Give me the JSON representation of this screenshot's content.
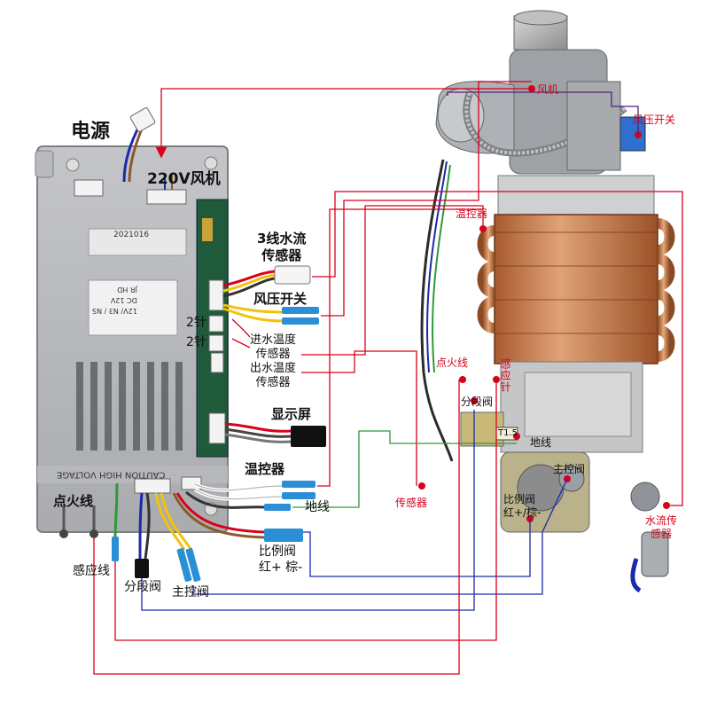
{
  "title_power": "电源",
  "label_fan_220v": "220V风机",
  "controller": {
    "code": "2021016",
    "nameplate": [
      "12V/ N3 / NS",
      "DC 12V",
      "JR HD"
    ],
    "caution": "CAUTION HIGH VOLTAGE"
  },
  "connectors": {
    "water_flow_sensor_3wire": "3线水流\n传感器",
    "air_pressure_switch": "风压开关",
    "pin2_a": "2针",
    "pin2_b": "2针",
    "inlet_temp_sensor": "进水温度\n传感器",
    "outlet_temp_sensor": "出水温度\n传感器",
    "display": "显示屏",
    "thermostat": "温控器",
    "ground_wire": "地线",
    "proportional_valve": "比例阀\n红+ 棕-",
    "ignition_wire": "点火线",
    "sense_wire": "感应线",
    "section_valve": "分段阀",
    "main_valve": "主控阀"
  },
  "heater_labels": {
    "fan": "风机",
    "air_pressure_switch": "风压开关",
    "thermostat": "温控器",
    "ignition_wire": "点火线",
    "sense_needle": "感应针",
    "section_valve": "分段阀",
    "ground_wire": "地线",
    "sensor": "传感器",
    "proportional_valve": "比例阀\n红+/棕-",
    "main_valve": "主控阀",
    "water_flow_sensor": "水流传\n感器",
    "valve_tag": "T1.5"
  },
  "colors": {
    "red_line": "#d9001b",
    "blue_line": "#1b2aa8",
    "green_line": "#2e9a3a",
    "purple_line": "#5a1f7a",
    "copper": "#c8794a",
    "housing": "#9ea2a6"
  }
}
